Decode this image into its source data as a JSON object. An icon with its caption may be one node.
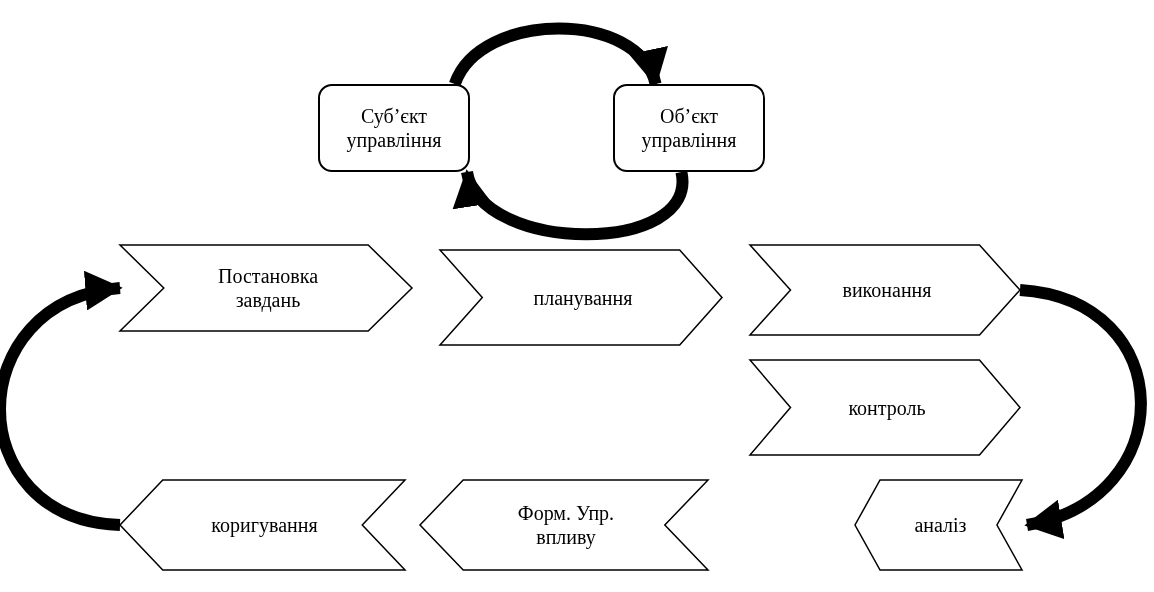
{
  "diagram": {
    "nodes": [
      {
        "text": [
          "Суб’єкт управління"
        ]
      },
      {
        "text": [
          "Об’єкт управління"
        ]
      },
      {
        "text": [
          "Постановка завдань"
        ]
      },
      {
        "text": [
          "планування"
        ]
      },
      {
        "text": [
          "виконання"
        ]
      },
      {
        "text": [
          "контроль"
        ]
      },
      {
        "text": [
          "аналіз"
        ]
      },
      {
        "text": [
          "Форм. Упр. впливу"
        ]
      },
      {
        "text": [
          "коригування"
        ]
      }
    ],
    "edges": [
      {
        "from": 0,
        "to": 1,
        "arrow": "to"
      },
      {
        "from": 1,
        "to": 0,
        "arrow": "to"
      },
      {
        "from": 4,
        "to": 6,
        "arrow": "to"
      },
      {
        "from": 8,
        "to": 2,
        "arrow": "to"
      }
    ]
  }
}
